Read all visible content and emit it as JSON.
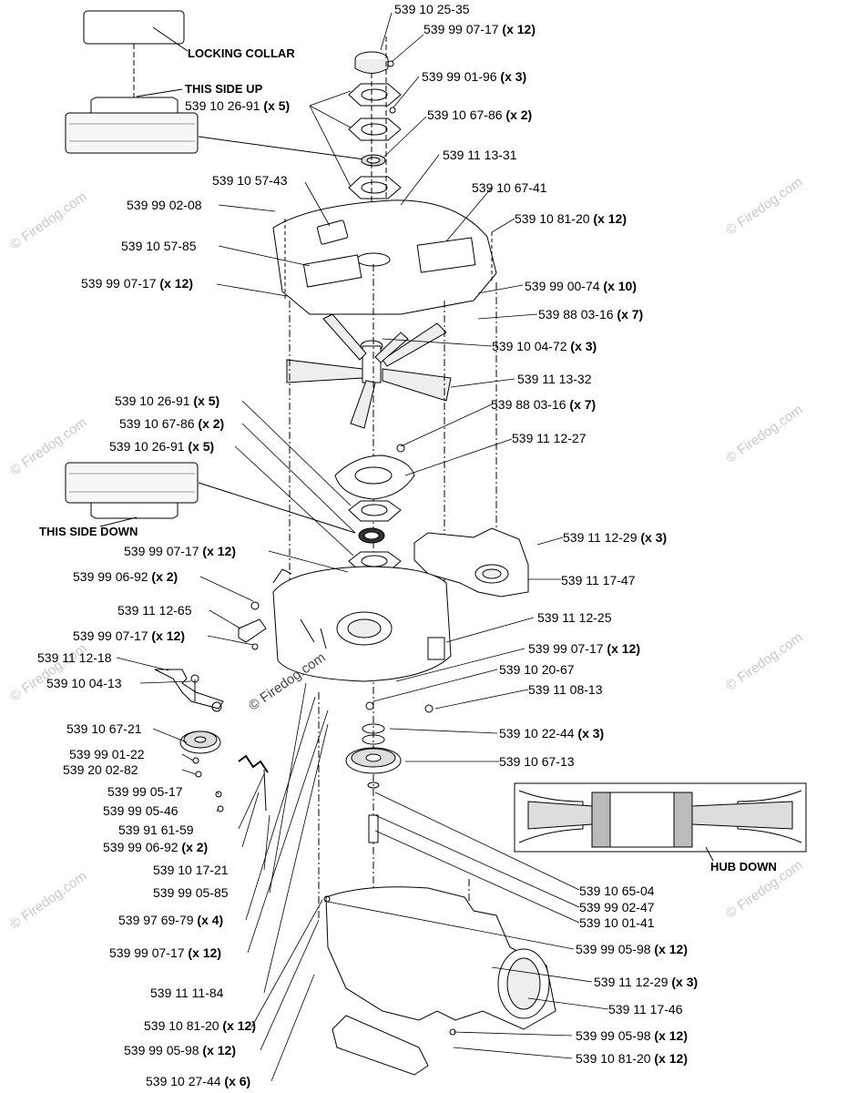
{
  "notes": {
    "locking_collar": "LOCKING COLLAR",
    "this_side_up": "THIS SIDE UP",
    "this_side_down": "THIS SIDE DOWN",
    "hub_down": "HUB DOWN"
  },
  "watermark": "© Firedog.com",
  "parts": [
    {
      "num": "539 10 25-35",
      "qty": ""
    },
    {
      "num": "539 99 07-17",
      "qty": "(x 12)"
    },
    {
      "num": "539 99 01-96",
      "qty": "(x 3)"
    },
    {
      "num": "539 10 26-91",
      "qty": "(x 5)"
    },
    {
      "num": "539 10 67-86",
      "qty": "(x 2)"
    },
    {
      "num": "539 11 13-31",
      "qty": ""
    },
    {
      "num": "539 10 57-43",
      "qty": ""
    },
    {
      "num": "539 10 67-41",
      "qty": ""
    },
    {
      "num": "539 99 02-08",
      "qty": ""
    },
    {
      "num": "539 10 81-20",
      "qty": "(x 12)"
    },
    {
      "num": "539 10 57-85",
      "qty": ""
    },
    {
      "num": "539 99 07-17",
      "qty": "(x 12)"
    },
    {
      "num": "539 99 00-74",
      "qty": "(x 10)"
    },
    {
      "num": "539 88 03-16",
      "qty": "(x 7)"
    },
    {
      "num": "539 10 04-72",
      "qty": "(x 3)"
    },
    {
      "num": "539 11 13-32",
      "qty": ""
    },
    {
      "num": "539 10 26-91",
      "qty": "(x 5)"
    },
    {
      "num": "539 88 03-16",
      "qty": "(x 7)"
    },
    {
      "num": "539 10 67-86",
      "qty": "(x 2)"
    },
    {
      "num": "539 10 26-91",
      "qty": "(x 5)"
    },
    {
      "num": "539 11 12-27",
      "qty": ""
    },
    {
      "num": "539 11 12-29",
      "qty": "(x 3)"
    },
    {
      "num": "539 99 07-17",
      "qty": "(x 12)"
    },
    {
      "num": "539 99 06-92",
      "qty": "(x 2)"
    },
    {
      "num": "539 11 17-47",
      "qty": ""
    },
    {
      "num": "539 11 12-65",
      "qty": ""
    },
    {
      "num": "539 11 12-25",
      "qty": ""
    },
    {
      "num": "539 99 07-17",
      "qty": "(x 12)"
    },
    {
      "num": "539 99 07-17",
      "qty": "(x 12)"
    },
    {
      "num": "539 11 12-18",
      "qty": ""
    },
    {
      "num": "539 10 20-67",
      "qty": ""
    },
    {
      "num": "539 10 04-13",
      "qty": ""
    },
    {
      "num": "539 11 08-13",
      "qty": ""
    },
    {
      "num": "539 10 22-44",
      "qty": "(x 3)"
    },
    {
      "num": "539 10 67-21",
      "qty": ""
    },
    {
      "num": "539 10 67-13",
      "qty": ""
    },
    {
      "num": "539 99 01-22",
      "qty": ""
    },
    {
      "num": "539 20 02-82",
      "qty": ""
    },
    {
      "num": "539 99 05-17",
      "qty": ""
    },
    {
      "num": "539 99 05-46",
      "qty": ""
    },
    {
      "num": "539 91 61-59",
      "qty": ""
    },
    {
      "num": "539 99 06-92",
      "qty": "(x 2)"
    },
    {
      "num": "539 10 17-21",
      "qty": ""
    },
    {
      "num": "539 10 65-04",
      "qty": ""
    },
    {
      "num": "539 99 05-85",
      "qty": ""
    },
    {
      "num": "539 99 02-47",
      "qty": ""
    },
    {
      "num": "539 10 01-41",
      "qty": ""
    },
    {
      "num": "539 97 69-79",
      "qty": "(x 4)"
    },
    {
      "num": "539 99 05-98",
      "qty": "(x 12)"
    },
    {
      "num": "539 99 07-17",
      "qty": "(x 12)"
    },
    {
      "num": "539 11 12-29",
      "qty": "(x 3)"
    },
    {
      "num": "539 11 11-84",
      "qty": ""
    },
    {
      "num": "539 11 17-46",
      "qty": ""
    },
    {
      "num": "539 10 81-20",
      "qty": "(x 12)"
    },
    {
      "num": "539 99 05-98",
      "qty": "(x 12)"
    },
    {
      "num": "539 99 05-98",
      "qty": "(x 12)"
    },
    {
      "num": "539 10 81-20",
      "qty": "(x 12)"
    },
    {
      "num": "539 10 27-44",
      "qty": "(x 6)"
    }
  ]
}
